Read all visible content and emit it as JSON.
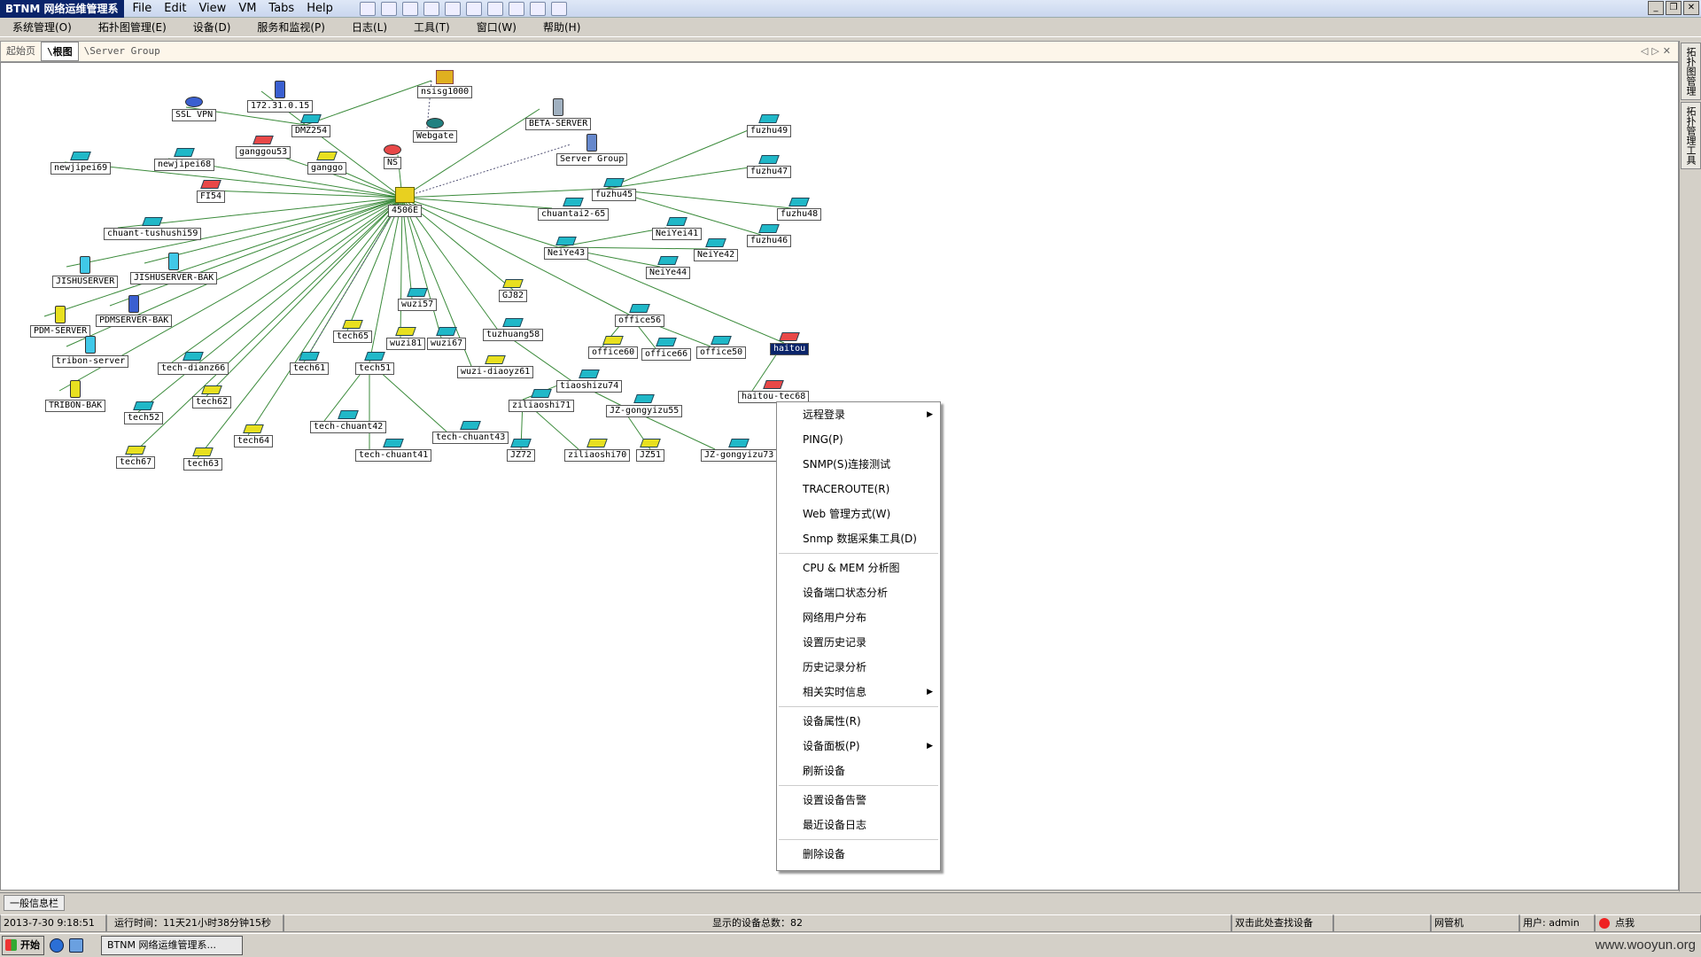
{
  "window": {
    "app_title": "BTNM 网络运维管理系",
    "vm_menu": [
      "File",
      "Edit",
      "View",
      "VM",
      "Tabs",
      "Help"
    ]
  },
  "app_menu": [
    "系统管理(O)",
    "拓扑图管理(E)",
    "设备(D)",
    "服务和监视(P)",
    "日志(L)",
    "工具(T)",
    "窗口(W)",
    "帮助(H)"
  ],
  "tabs": [
    {
      "label": "起始页",
      "active": false
    },
    {
      "label": "\\根图",
      "active": true
    },
    {
      "label": "\\Server Group",
      "active": false
    }
  ],
  "side_tabs": [
    "拓扑图管理",
    "拓扑管理工具"
  ],
  "nodes": [
    {
      "label": "172.31.0.15",
      "type": "server",
      "color": "#3a5fd0"
    },
    {
      "label": "nsisg1000",
      "type": "firewall",
      "color": "#e0b020"
    },
    {
      "label": "SSL VPN",
      "type": "router",
      "color": "#3a5fd0"
    },
    {
      "label": "DMZ254",
      "type": "switch",
      "color": "#20b8c8"
    },
    {
      "label": "Webgate",
      "type": "router",
      "color": "#208080"
    },
    {
      "label": "BETA-SERVER",
      "type": "server",
      "color": "#a0b0c0"
    },
    {
      "label": "Server Group",
      "type": "group",
      "color": "#6688cc"
    },
    {
      "label": "newjipei69",
      "type": "switch",
      "color": "#20b8c8"
    },
    {
      "label": "newjipei68",
      "type": "switch",
      "color": "#20b8c8"
    },
    {
      "label": "ganggou53",
      "type": "switch",
      "color": "#e84848"
    },
    {
      "label": "ganggo",
      "type": "switch",
      "color": "#e8e020"
    },
    {
      "label": "NS",
      "type": "router",
      "color": "#e84848"
    },
    {
      "label": "fuzhu49",
      "type": "switch",
      "color": "#20b8c8"
    },
    {
      "label": "fuzhu47",
      "type": "switch",
      "color": "#20b8c8"
    },
    {
      "label": "fuzhu45",
      "type": "switch",
      "color": "#20b8c8"
    },
    {
      "label": "fuzhu48",
      "type": "switch",
      "color": "#20b8c8"
    },
    {
      "label": "fuzhu46",
      "type": "switch",
      "color": "#20b8c8"
    },
    {
      "label": "FI54",
      "type": "switch",
      "color": "#e84848"
    },
    {
      "label": "4506E",
      "type": "core",
      "color": "#e8d020"
    },
    {
      "label": "chuantai2-65",
      "type": "switch",
      "color": "#20b8c8"
    },
    {
      "label": "chuant-tushushi59",
      "type": "switch",
      "color": "#20b8c8"
    },
    {
      "label": "NeiYei41",
      "type": "switch",
      "color": "#20b8c8"
    },
    {
      "label": "NeiYe43",
      "type": "switch",
      "color": "#20b8c8"
    },
    {
      "label": "NeiYe42",
      "type": "switch",
      "color": "#20b8c8"
    },
    {
      "label": "NeiYe44",
      "type": "switch",
      "color": "#20b8c8"
    },
    {
      "label": "JISHUSERVER",
      "type": "server",
      "color": "#40c8e8"
    },
    {
      "label": "JISHUSERVER-BAK",
      "type": "server",
      "color": "#40c8e8"
    },
    {
      "label": "PDMSERVER-BAK",
      "type": "server",
      "color": "#3a5fd0"
    },
    {
      "label": "PDM-SERVER",
      "type": "server",
      "color": "#e8e020"
    },
    {
      "label": "GJ82",
      "type": "switch",
      "color": "#e8e020"
    },
    {
      "label": "wuzi57",
      "type": "switch",
      "color": "#20b8c8"
    },
    {
      "label": "office56",
      "type": "switch",
      "color": "#20b8c8"
    },
    {
      "label": "tribon-server",
      "type": "server",
      "color": "#40c8e8"
    },
    {
      "label": "tech65",
      "type": "switch",
      "color": "#e8e020"
    },
    {
      "label": "wuzi81",
      "type": "switch",
      "color": "#e8e020"
    },
    {
      "label": "wuzi67",
      "type": "switch",
      "color": "#20b8c8"
    },
    {
      "label": "tuzhuang58",
      "type": "switch",
      "color": "#20b8c8"
    },
    {
      "label": "office60",
      "type": "switch",
      "color": "#e8e020"
    },
    {
      "label": "office66",
      "type": "switch",
      "color": "#20b8c8"
    },
    {
      "label": "office50",
      "type": "switch",
      "color": "#20b8c8"
    },
    {
      "label": "haitou",
      "type": "switch",
      "color": "#e84848"
    },
    {
      "label": "tech-dianz66",
      "type": "switch",
      "color": "#20b8c8"
    },
    {
      "label": "tech61",
      "type": "switch",
      "color": "#20b8c8"
    },
    {
      "label": "tech51",
      "type": "switch",
      "color": "#20b8c8"
    },
    {
      "label": "wuzi-diaoyz61",
      "type": "switch",
      "color": "#e8e020"
    },
    {
      "label": "TRIBON-BAK",
      "type": "server",
      "color": "#e8e020"
    },
    {
      "label": "tiaoshizu74",
      "type": "switch",
      "color": "#20b8c8"
    },
    {
      "label": "haitou-tec68",
      "type": "switch",
      "color": "#e84848"
    },
    {
      "label": "tech62",
      "type": "switch",
      "color": "#e8e020"
    },
    {
      "label": "tech52",
      "type": "switch",
      "color": "#20b8c8"
    },
    {
      "label": "ziliaoshi71",
      "type": "switch",
      "color": "#20b8c8"
    },
    {
      "label": "JZ-gongyizu55",
      "type": "switch",
      "color": "#20b8c8"
    },
    {
      "label": "tech-chuant42",
      "type": "switch",
      "color": "#20b8c8"
    },
    {
      "label": "tech-chuant43",
      "type": "switch",
      "color": "#20b8c8"
    },
    {
      "label": "tech64",
      "type": "switch",
      "color": "#e8e020"
    },
    {
      "label": "tech67",
      "type": "switch",
      "color": "#e8e020"
    },
    {
      "label": "tech63",
      "type": "switch",
      "color": "#e8e020"
    },
    {
      "label": "tech-chuant41",
      "type": "switch",
      "color": "#20b8c8"
    },
    {
      "label": "JZ72",
      "type": "switch",
      "color": "#20b8c8"
    },
    {
      "label": "ziliaoshi70",
      "type": "switch",
      "color": "#e8e020"
    },
    {
      "label": "JZ51",
      "type": "switch",
      "color": "#e8e020"
    },
    {
      "label": "JZ-gongyizu73",
      "type": "switch",
      "color": "#20b8c8"
    }
  ],
  "context_menu": {
    "groups": [
      [
        {
          "label": "远程登录",
          "submenu": true
        },
        {
          "label": "PING(P)",
          "submenu": false
        },
        {
          "label": "SNMP(S)连接测试",
          "submenu": false
        },
        {
          "label": "TRACEROUTE(R)",
          "submenu": false
        },
        {
          "label": "Web 管理方式(W)",
          "submenu": false
        },
        {
          "label": "Snmp 数据采集工具(D)",
          "submenu": false
        }
      ],
      [
        {
          "label": "CPU & MEM 分析图",
          "submenu": false
        },
        {
          "label": "设备端口状态分析",
          "submenu": false
        },
        {
          "label": "网络用户分布",
          "submenu": false
        },
        {
          "label": "设置历史记录",
          "submenu": false
        },
        {
          "label": "历史记录分析",
          "submenu": false
        },
        {
          "label": "相关实时信息",
          "submenu": true
        }
      ],
      [
        {
          "label": "设备属性(R)",
          "submenu": false
        },
        {
          "label": "设备面板(P)",
          "submenu": true
        },
        {
          "label": "刷新设备",
          "submenu": false
        }
      ],
      [
        {
          "label": "设置设备告警",
          "submenu": false
        },
        {
          "label": "最近设备日志",
          "submenu": false
        }
      ],
      [
        {
          "label": "删除设备",
          "submenu": false
        }
      ]
    ]
  },
  "info_tab": "一般信息栏",
  "status": {
    "datetime": "2013-7-30 9:18:51",
    "uptime": "运行时间：11天21小时38分钟15秒",
    "device_count": "显示的设备总数：82",
    "find_device": "双击此处查找设备",
    "network_manager": "网管机",
    "user": "用户: admin",
    "alert": "点我"
  },
  "taskbar": {
    "start": "开始",
    "task_item": "BTNM 网络运维管理系...",
    "watermark": "www.wooyun.org"
  }
}
